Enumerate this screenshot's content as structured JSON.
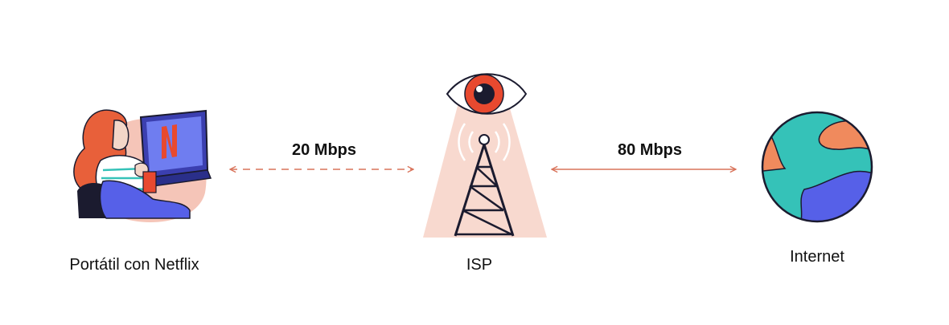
{
  "nodes": [
    {
      "id": "laptop",
      "label": "Portátil con Netflix",
      "icon": "woman-with-laptop-icon",
      "netflix_letter": "N"
    },
    {
      "id": "isp",
      "label": "ISP",
      "icon": "radio-tower-with-eye-icon"
    },
    {
      "id": "internet",
      "label": "Internet",
      "icon": "globe-icon"
    }
  ],
  "links": [
    {
      "from": "laptop",
      "to": "isp",
      "speed": "20 Mbps",
      "style": "dashed"
    },
    {
      "from": "isp",
      "to": "internet",
      "speed": "80 Mbps",
      "style": "solid"
    }
  ],
  "colors": {
    "accent": "#e8492f",
    "arrow": "#d9735a",
    "beam": "#f8d9cf",
    "globe_ocean": "#35c2b8",
    "globe_land_orange": "#f08a5d",
    "globe_land_blue": "#5660e8",
    "outline": "#1b1b2f",
    "skin": "#f3d6c8",
    "hair": "#e8603a",
    "screen": "#6f7df0"
  }
}
